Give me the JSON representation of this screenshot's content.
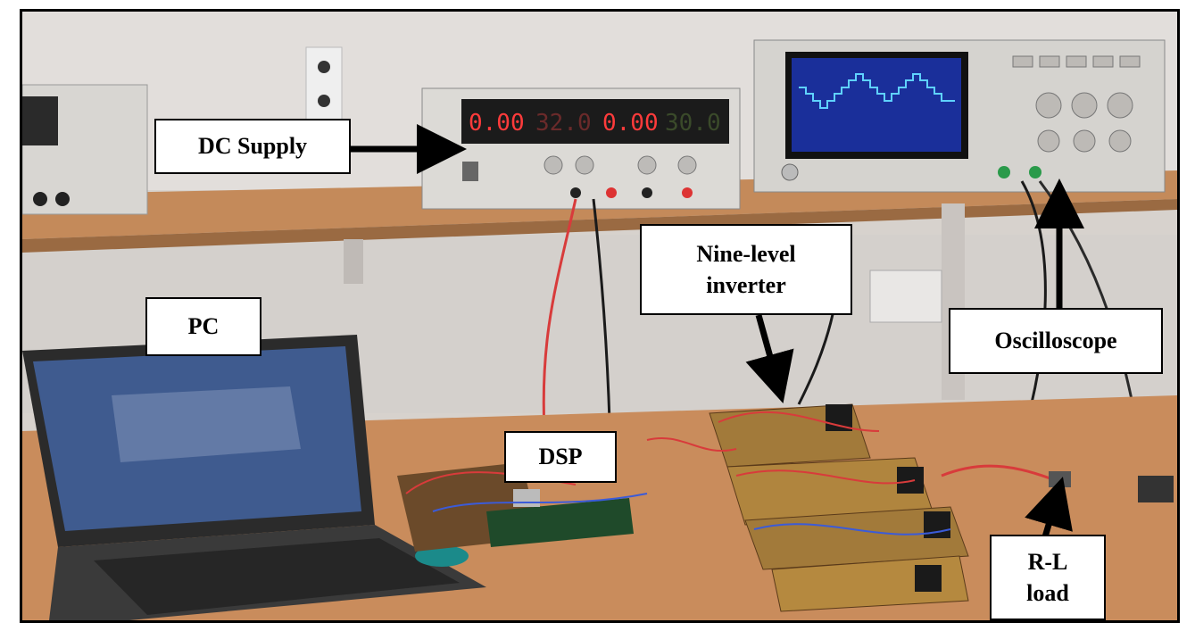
{
  "labels": {
    "dc_supply": "DC Supply",
    "nine_level_line1": "Nine-level",
    "nine_level_line2": "inverter",
    "pc": "PC",
    "oscilloscope": "Oscilloscope",
    "dsp": "DSP",
    "rl_line1": "R-L",
    "rl_line2": "load"
  },
  "instruments": {
    "dc_supply_display": [
      "0.00",
      "32.0",
      "0.00",
      "30.0"
    ]
  },
  "colors": {
    "wall": "#d9d4cf",
    "shelf": "#c48a5a",
    "bench": "#c98c5c",
    "scope_screen": "#1a2f9a",
    "waveform": "#5fd2ff",
    "supply_digits": "#ff3b3b",
    "cable_red": "#d83b3b",
    "cable_black": "#1a1a1a"
  }
}
